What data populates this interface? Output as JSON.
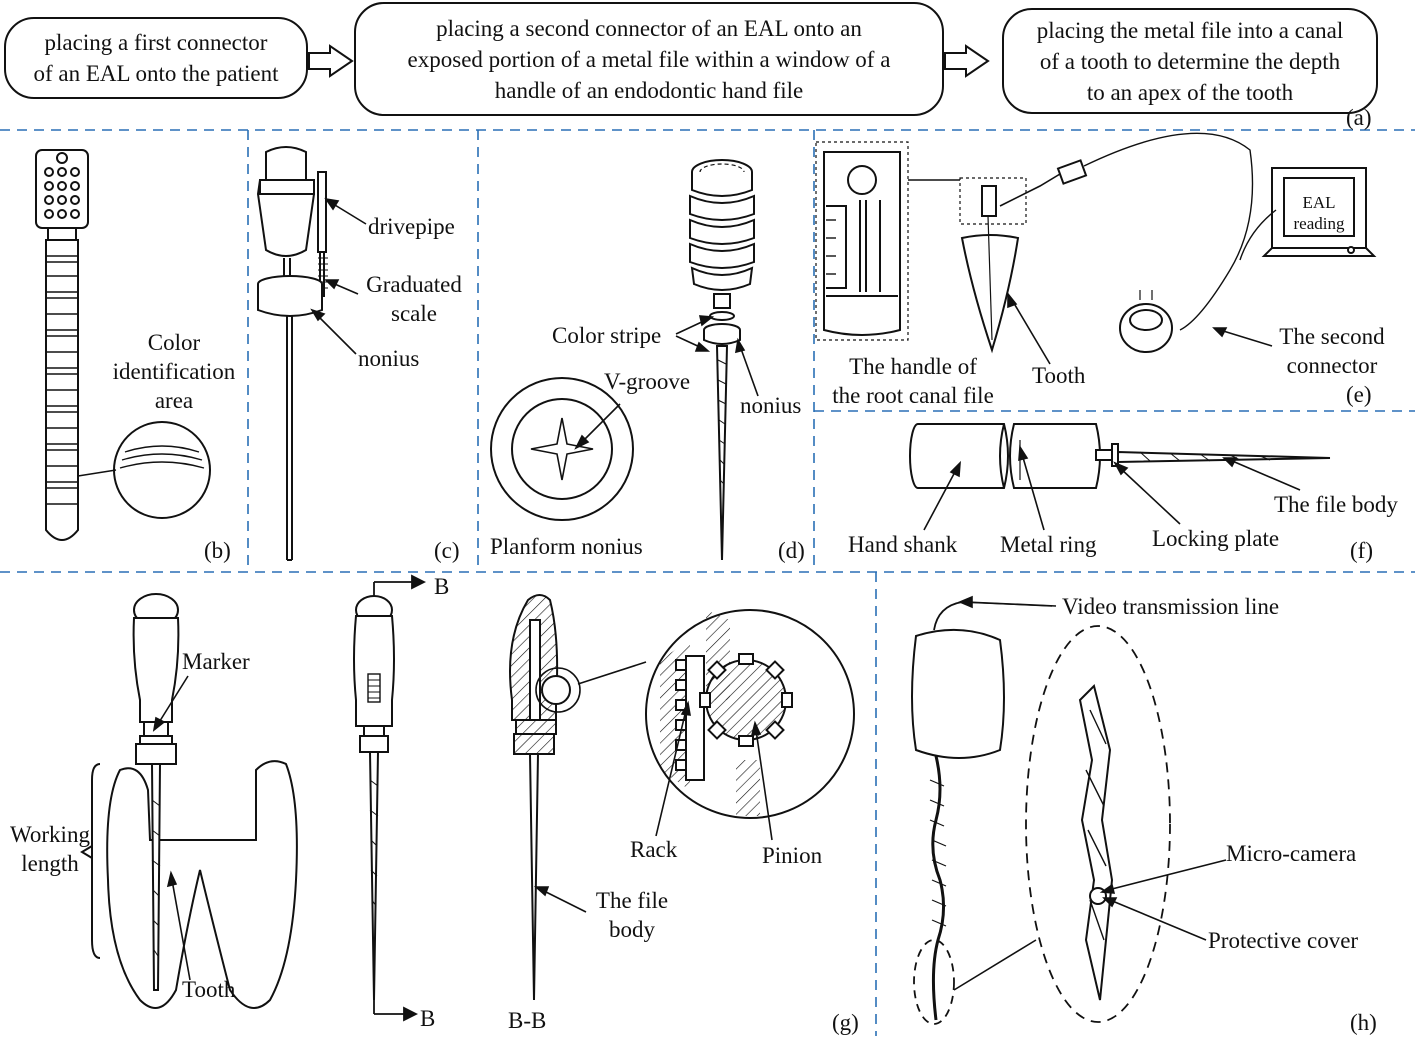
{
  "flowchart": {
    "step1": "placing a first connector\nof an EAL onto the patient",
    "step2": "placing a second connector of an EAL onto an\nexposed portion of a metal file within a window of a\nhandle of an endodontic hand file",
    "step3": "placing the metal file into a canal\nof a tooth to determine the depth\nto an apex of the tooth",
    "panel": "(a)"
  },
  "panel_b": {
    "color_area": "Color\nidentification\narea",
    "panel": "(b)"
  },
  "panel_c": {
    "drivepipe": "drivepipe",
    "graduated_scale": "Graduated\nscale",
    "nonius": "nonius",
    "panel": "(c)"
  },
  "panel_d": {
    "color_stripe": "Color stripe",
    "v_groove": "V-groove",
    "nonius": "nonius",
    "planform_nonius": "Planform nonius",
    "panel": "(d)"
  },
  "panel_e": {
    "handle": "The  handle of\nthe root canal file",
    "tooth": "Tooth",
    "second_connector": "The second\nconnector",
    "screen": "EAL\nreading",
    "panel": "(e)"
  },
  "panel_f": {
    "hand_shank": "Hand shank",
    "metal_ring": "Metal ring",
    "locking_plate": "Locking plate",
    "file_body": "The file body",
    "panel": "(f)"
  },
  "panel_g": {
    "marker": "Marker",
    "working_length": "Working\nlength",
    "tooth": "Tooth",
    "section_b_top": "B",
    "section_b_bottom": "B",
    "section_bb": "B-B",
    "rack": "Rack",
    "pinion": "Pinion",
    "file_body": "The file\nbody",
    "panel": "(g)"
  },
  "panel_h": {
    "video_line": "Video transmission line",
    "micro_camera": "Micro-camera",
    "protective_cover": "Protective cover",
    "panel": "(h)"
  }
}
